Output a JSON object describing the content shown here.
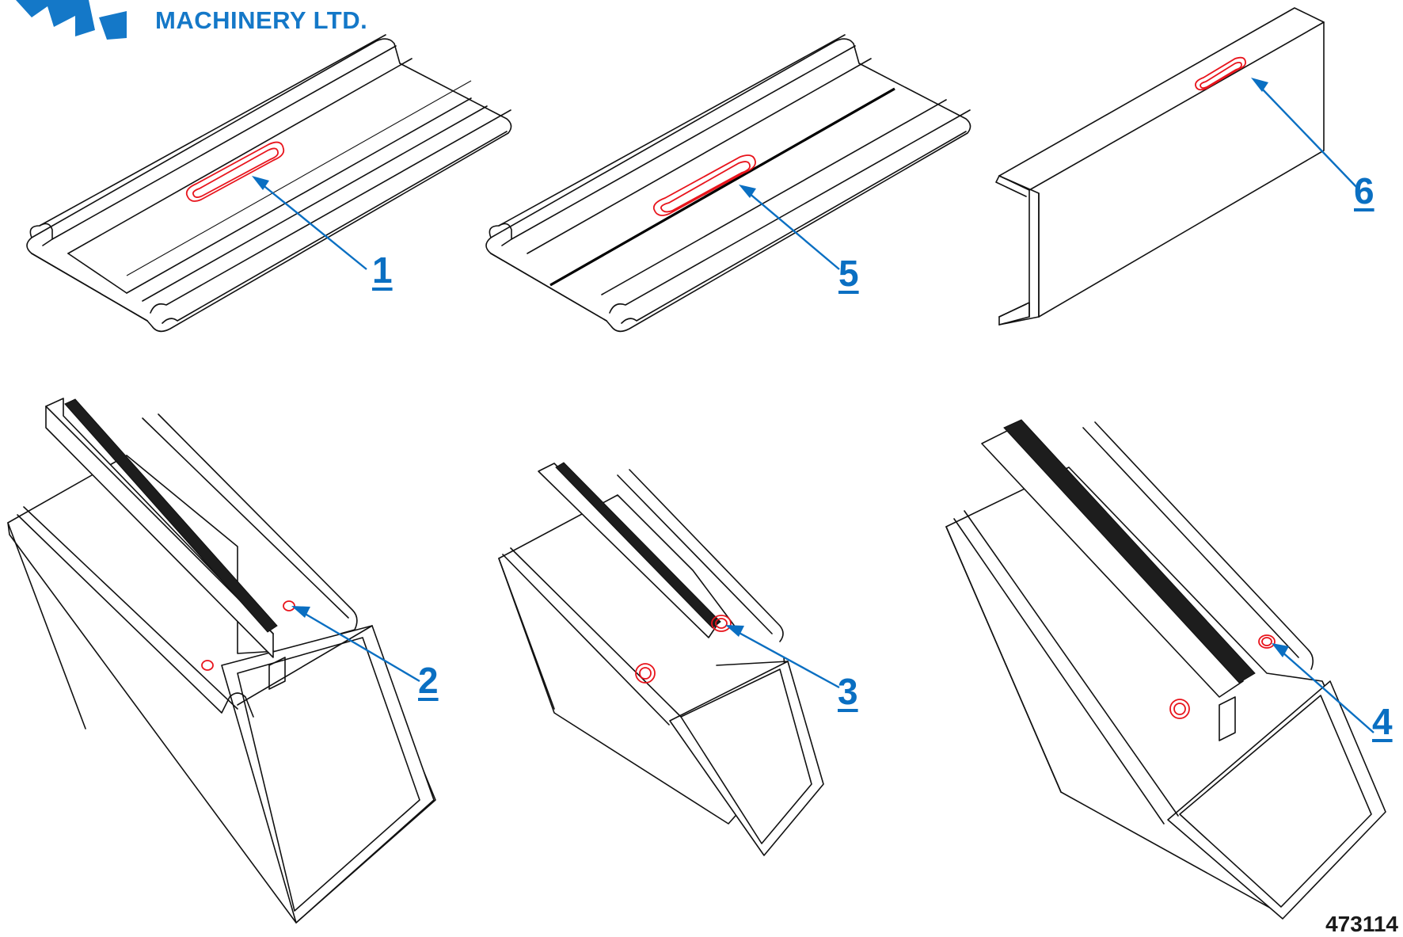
{
  "brand": {
    "company_text": "MACHINERY LTD.",
    "logo_icon": "gear-logo-icon",
    "color": "#1478c8"
  },
  "callouts": [
    {
      "id": "1",
      "label": "1"
    },
    {
      "id": "2",
      "label": "2"
    },
    {
      "id": "3",
      "label": "3"
    },
    {
      "id": "4",
      "label": "4"
    },
    {
      "id": "5",
      "label": "5"
    },
    {
      "id": "6",
      "label": "6"
    }
  ],
  "corner_code": "473114",
  "colors": {
    "callout": "#0a6fc2",
    "machining_highlight": "#e8141c",
    "outline": "#111111"
  }
}
